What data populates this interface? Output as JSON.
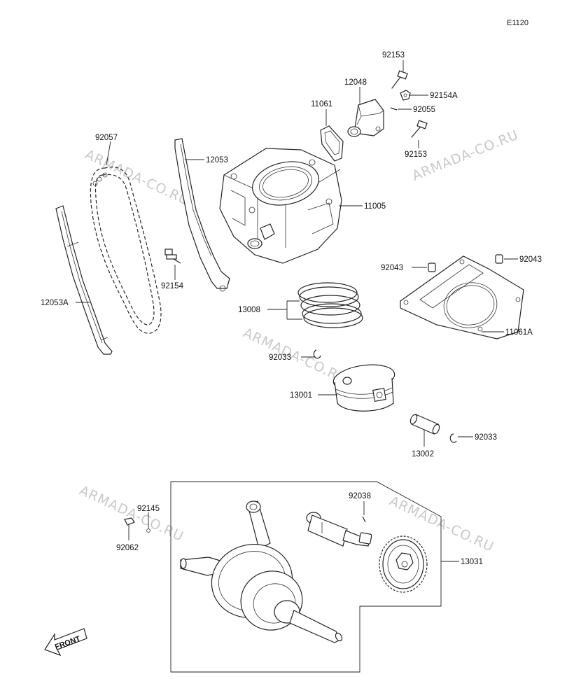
{
  "diagram_code": "E1120",
  "watermark": "ARMADA-CO.RU",
  "front_label": "FRONT",
  "parts": {
    "p92153a": "92153",
    "p92154a": "92154A",
    "p92055": "92055",
    "p12048": "12048",
    "p11061": "11061",
    "p92153b": "92153",
    "p92057": "92057",
    "p12053": "12053",
    "p11005": "11005",
    "p92154": "92154",
    "p12053a": "12053A",
    "p92043a": "92043",
    "p92043b": "92043",
    "p11061a": "11061A",
    "p13008": "13008",
    "p92033a": "92033",
    "p13001": "13001",
    "p13002": "13002",
    "p92033b": "92033",
    "p92145": "92145",
    "p92062": "92062",
    "p92038": "92038",
    "p13031": "13031"
  }
}
